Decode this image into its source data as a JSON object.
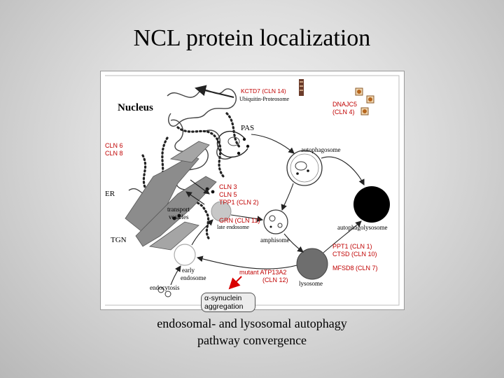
{
  "title": "NCL protein localization",
  "caption": {
    "line1": "endosomal- and lysosomal autophagy",
    "line2": "pathway convergence"
  },
  "figure": {
    "compartments": {
      "nucleus": "Nucleus",
      "er": "ER",
      "tgn": "TGN",
      "pas": "PAS",
      "autophagosome": "autophagosome",
      "transport_vesicles_1": "transport",
      "transport_vesicles_2": "vesicles",
      "late_endosome": "late endosome",
      "amphisome": "amphisome",
      "autophagolysosome": "autophagolysosome",
      "early_endosome_1": "early",
      "early_endosome_2": "endosome",
      "endocytosis": "endocytosis",
      "lysosome": "lysosome"
    },
    "proteins": {
      "kctd7_1": "KCTD7 (CLN 14)",
      "kctd7_2": "Ubiquitin-Proteosome",
      "dnajc5_1": "DNAJC5",
      "dnajc5_2": "(CLN 4)",
      "cln6_8_1": "CLN 6",
      "cln6_8_2": "CLN 8",
      "cln3_1": "CLN 3",
      "cln3_2": "CLN 5",
      "cln3_3": "TPP1 (CLN 2)",
      "grn": "GRN (CLN 11)",
      "ppt1_1": "PPT1 (CLN 1)",
      "ppt1_2": "CTSD (CLN 10)",
      "mfsd8": "MFSD8 (CLN 7)",
      "atp13a2_1": "mutant ATP13A2",
      "atp13a2_2": "(CLN 12)"
    },
    "synuclein": {
      "line1": "α-synuclein",
      "line2": "aggregation"
    }
  },
  "colors": {
    "protein_label": "#c00000",
    "arrow": "#d80000",
    "er_gray": "#8c8c8c",
    "lysosome_gray": "#6e6e6e",
    "autophagolysosome": "#000000"
  }
}
